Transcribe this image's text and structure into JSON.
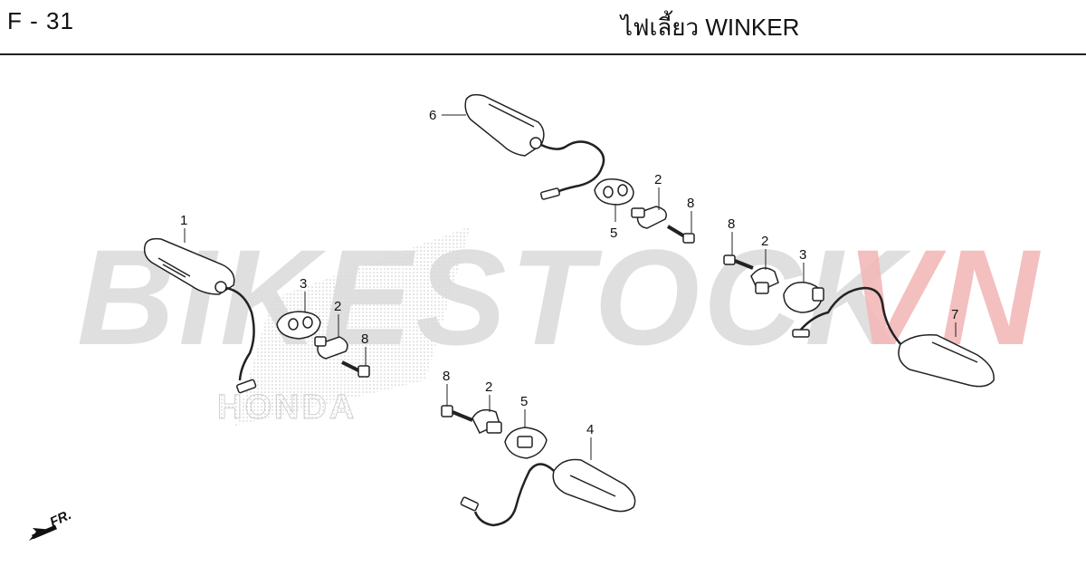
{
  "header": {
    "page_code": "F - 31",
    "title": "ไฟเลี้ยว  WINKER"
  },
  "watermark": {
    "text_main": "BIKESTOCK",
    "text_accent": "VN",
    "logo_text": "HONDA",
    "color_main": "#d9d9d9",
    "color_accent": "#f2b8b8"
  },
  "diagram": {
    "callouts": [
      {
        "id": "callout-1",
        "label": "1"
      },
      {
        "id": "callout-2a",
        "label": "2"
      },
      {
        "id": "callout-2b",
        "label": "2"
      },
      {
        "id": "callout-2c",
        "label": "2"
      },
      {
        "id": "callout-2d",
        "label": "2"
      },
      {
        "id": "callout-3a",
        "label": "3"
      },
      {
        "id": "callout-3b",
        "label": "3"
      },
      {
        "id": "callout-4",
        "label": "4"
      },
      {
        "id": "callout-5a",
        "label": "5"
      },
      {
        "id": "callout-5b",
        "label": "5"
      },
      {
        "id": "callout-6",
        "label": "6"
      },
      {
        "id": "callout-7",
        "label": "7"
      },
      {
        "id": "callout-8a",
        "label": "8"
      },
      {
        "id": "callout-8b",
        "label": "8"
      },
      {
        "id": "callout-8c",
        "label": "8"
      },
      {
        "id": "callout-8d",
        "label": "8"
      }
    ],
    "direction_label": "FR."
  }
}
